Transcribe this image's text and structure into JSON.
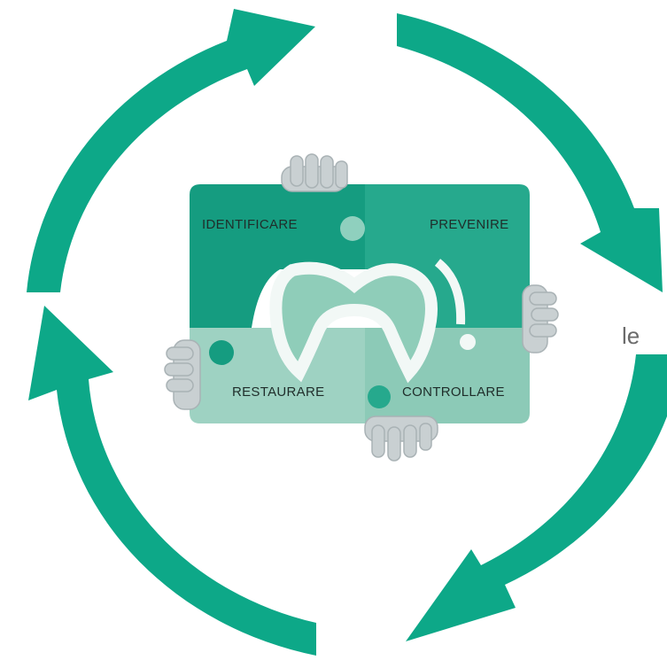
{
  "quadrants": {
    "top_left": "IDENTIFICARE",
    "top_right": "PREVENIRE",
    "bottom_left": "RESTAURARE",
    "bottom_right": "CONTROLLARE"
  },
  "side_text": "le",
  "colors": {
    "arrow": "#0da888",
    "piece_dark": "#159c80",
    "piece_mid": "#26a98d",
    "piece_light": "#8ccab7",
    "piece_lighter": "#9ed2c2",
    "tooth": "#f2f8f6",
    "hand": "#c9d0d2"
  }
}
